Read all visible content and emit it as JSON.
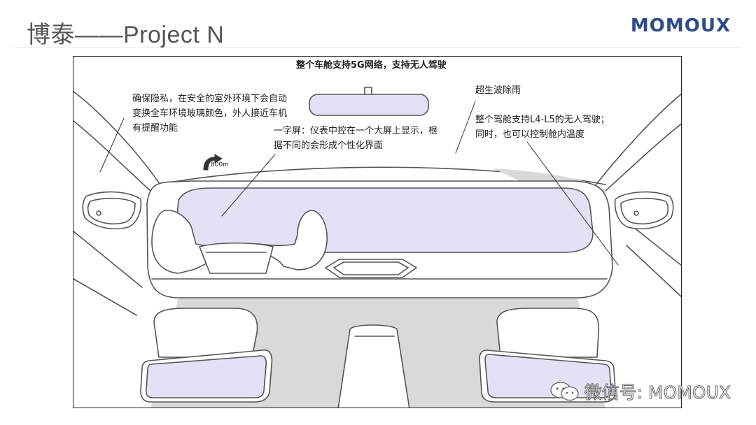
{
  "slide": {
    "title": "博泰——Project N",
    "logo": "MOMOUX"
  },
  "annotations": {
    "headline": "整个车舱支持5G网络，支持无人驾驶",
    "privacy": [
      "确保隐私，在安全的室外环境下会自动",
      "变换全车环境玻璃颜色，外人接近车机",
      "有提醒功能"
    ],
    "screen": [
      "一字屏：仪表中控在一个大屏上显示，根",
      "据不同的会形成个性化界面"
    ],
    "rain": "超生波除雨",
    "autonomy": [
      "整个驾舱支持L4-L5的无人驾驶；",
      "同时，也可以控制舱内温度"
    ],
    "nav_distance": "800m"
  },
  "watermark": {
    "text": "微信号: MOMOUX",
    "icon": "wechat-icon"
  },
  "colors": {
    "glass": "#e3e1f5",
    "line": "#555555",
    "shade": "#d9d9d9",
    "logo": "#2f4a8c"
  }
}
